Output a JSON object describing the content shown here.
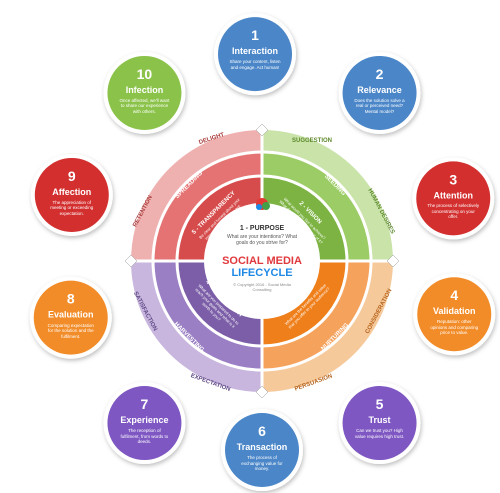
{
  "center": {
    "purpose_title": "1 - PURPOSE",
    "purpose_question": "What are your intentions? What goals do you strive for?",
    "title_line1": "SOCIAL MEDIA",
    "title_line2": "LIFECYCLE",
    "copyright": "© Copyright 2016 - Social Media Consulting"
  },
  "quadrants": [
    {
      "title": "2 - VISION",
      "text": "What would you like to achieve? What do you want to get out of it?",
      "color": "#8bc34a"
    },
    {
      "title": "3 - VALUE",
      "text": "What are the benefits and value that you offer to your audience?",
      "color": "#f28c28"
    },
    {
      "title": "4 - COMMITMENT",
      "text": "What are you prepared to do to reach your goals and what is it worth to you?",
      "color": "#7b5ea7"
    },
    {
      "title": "5 - TRANSPARENCY",
      "text": "Be clear and honest about your intentions and who you are.",
      "color": "#d64b4b"
    }
  ],
  "inner_labels": [
    "SEEDING",
    "NURTURING",
    "HARVESTING",
    "SPREADING"
  ],
  "outer_labels": [
    "SUGGESTION",
    "HUMAN DESIRES",
    "CONSIDERATION",
    "PERSUASION",
    "EXPECTATION",
    "SATISFACTION",
    "RETENTION",
    "DELIGHT"
  ],
  "steps": [
    {
      "num": "1",
      "title": "Interaction",
      "text": "Share your content, listen and engage. Act human!",
      "color": "#4a86c8"
    },
    {
      "num": "2",
      "title": "Relevance",
      "text": "Does the solution solve a real or perceived need? Mental model?",
      "color": "#4a86c8"
    },
    {
      "num": "3",
      "title": "Attention",
      "text": "The process of selectively concentrating on your offer.",
      "color": "#d32f2f"
    },
    {
      "num": "4",
      "title": "Validation",
      "text": "Reputation: other opinions and comparing price to value.",
      "color": "#f28c28"
    },
    {
      "num": "5",
      "title": "Trust",
      "text": "Can we trust you? High value requires high trust.",
      "color": "#7e57c2"
    },
    {
      "num": "6",
      "title": "Transaction",
      "text": "The process of exchanging value for money.",
      "color": "#4a86c8"
    },
    {
      "num": "7",
      "title": "Experience",
      "text": "The reception of fulfilment, from words to deeds.",
      "color": "#7e57c2"
    },
    {
      "num": "8",
      "title": "Evaluation",
      "text": "Comparing expectation for the solution and the fulfilment.",
      "color": "#f28c28"
    },
    {
      "num": "9",
      "title": "Affection",
      "text": "The appreciation of meeting or exceeding expectation.",
      "color": "#d32f2f"
    },
    {
      "num": "10",
      "title": "Infection",
      "text": "Once affected, we'll want to share our experience with others.",
      "color": "#8bc34a"
    }
  ]
}
